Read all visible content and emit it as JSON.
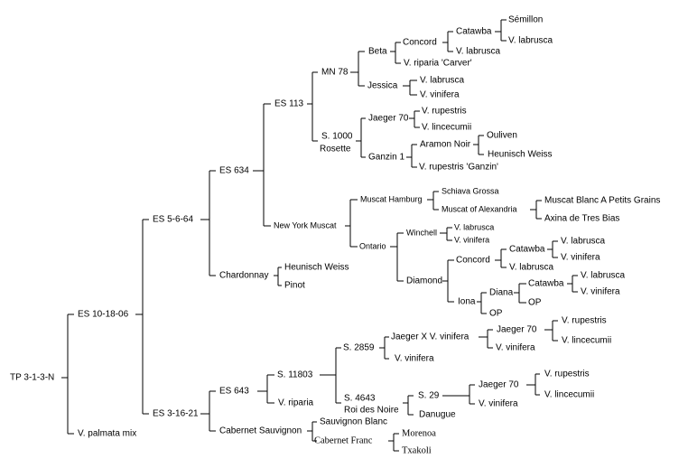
{
  "pedigree": {
    "root": "TP 3-1-3-N",
    "es101806": "ES 10-18-06",
    "v_palmata_mix": "V. palmata mix",
    "es5664": "ES 5-6-64",
    "es31621": "ES 3-16-21",
    "es634": "ES 634",
    "chardonnay": "Chardonnay",
    "heunisch_weiss_1": "Heunisch Weiss",
    "pinot": "Pinot",
    "es113": "ES 113",
    "new_york_muscat": "New York Muscat",
    "mn78": "MN 78",
    "s1000_line1": "S. 1000",
    "s1000_line2": "Rosette",
    "beta": "Beta",
    "jessica": "Jessica",
    "concord_1": "Concord",
    "v_riparia_carver": "V. riparia 'Carver'",
    "catawba_1": "Catawba",
    "v_labrusca_1": "V. labrusca",
    "semillon": "Sémillon",
    "v_labrusca_2": "V. labrusca",
    "v_labrusca_3": "V. labrusca",
    "v_vinifera_1": "V. vinifera",
    "jaeger70_1": "Jaeger 70",
    "ganzin1": "Ganzin 1",
    "v_rupestris_1": "V. rupestris",
    "v_lincecumii_1": "V. lincecumii",
    "aramon_noir": "Aramon Noir",
    "v_rupestris_ganzin": "V. rupestris 'Ganzin'",
    "ouliven": "Ouliven",
    "heunisch_weiss_2": "Heunisch Weiss",
    "muscat_hamburg": "Muscat Hamburg",
    "ontario": "Ontario",
    "schiava_grossa": "Schiava Grossa",
    "muscat_of_alexandria": "Muscat of Alexandria",
    "muscat_blanc": "Muscat Blanc A Petits Grains",
    "axina_de_tres_bias": "Axina de Tres Bias",
    "winchell": "Winchell",
    "diamond": "Diamond",
    "v_labrusca_4": "V. labrusca",
    "v_vinifera_2": "V. vinifera",
    "concord_2": "Concord",
    "iona": "Iona",
    "catawba_2": "Catawba",
    "v_labrusca_5": "V. labrusca",
    "v_labrusca_6": "V. labrusca",
    "v_vinifera_3": "V. vinifera",
    "diana": "Diana",
    "op_1": "OP",
    "op_2": "OP",
    "catawba_3": "Catawba",
    "v_labrusca_7": "V. labrusca",
    "v_vinifera_4": "V. vinifera",
    "es643": "ES 643",
    "cabernet_sauvignon": "Cabernet Sauvignon",
    "s11803": "S. 11803",
    "v_riparia": "V. riparia",
    "s2859": "S. 2859",
    "s4643_line1": "S. 4643",
    "s4643_line2": "Roi des Noire",
    "jaeger_x_vinifera": "Jaeger X V. vinifera",
    "v_vinifera_5": "V. vinifera",
    "jaeger70_2": "Jaeger 70",
    "v_vinifera_6": "V. vinifera",
    "v_rupestris_2": "V. rupestris",
    "v_lincecumii_2": "V. lincecumii",
    "s29": "S. 29",
    "danugue": "Danugue",
    "jaeger70_3": "Jaeger 70",
    "v_vinifera_7": "V. vinifera",
    "v_rupestris_3": "V. rupestris",
    "v_lincecumii_3": "V. lincecumii",
    "sauvignon_blanc": "Sauvignon Blanc",
    "cabernet_franc": "Cabernet Franc",
    "morenoa": "Morenoa",
    "txakoli": "Txakoli"
  }
}
